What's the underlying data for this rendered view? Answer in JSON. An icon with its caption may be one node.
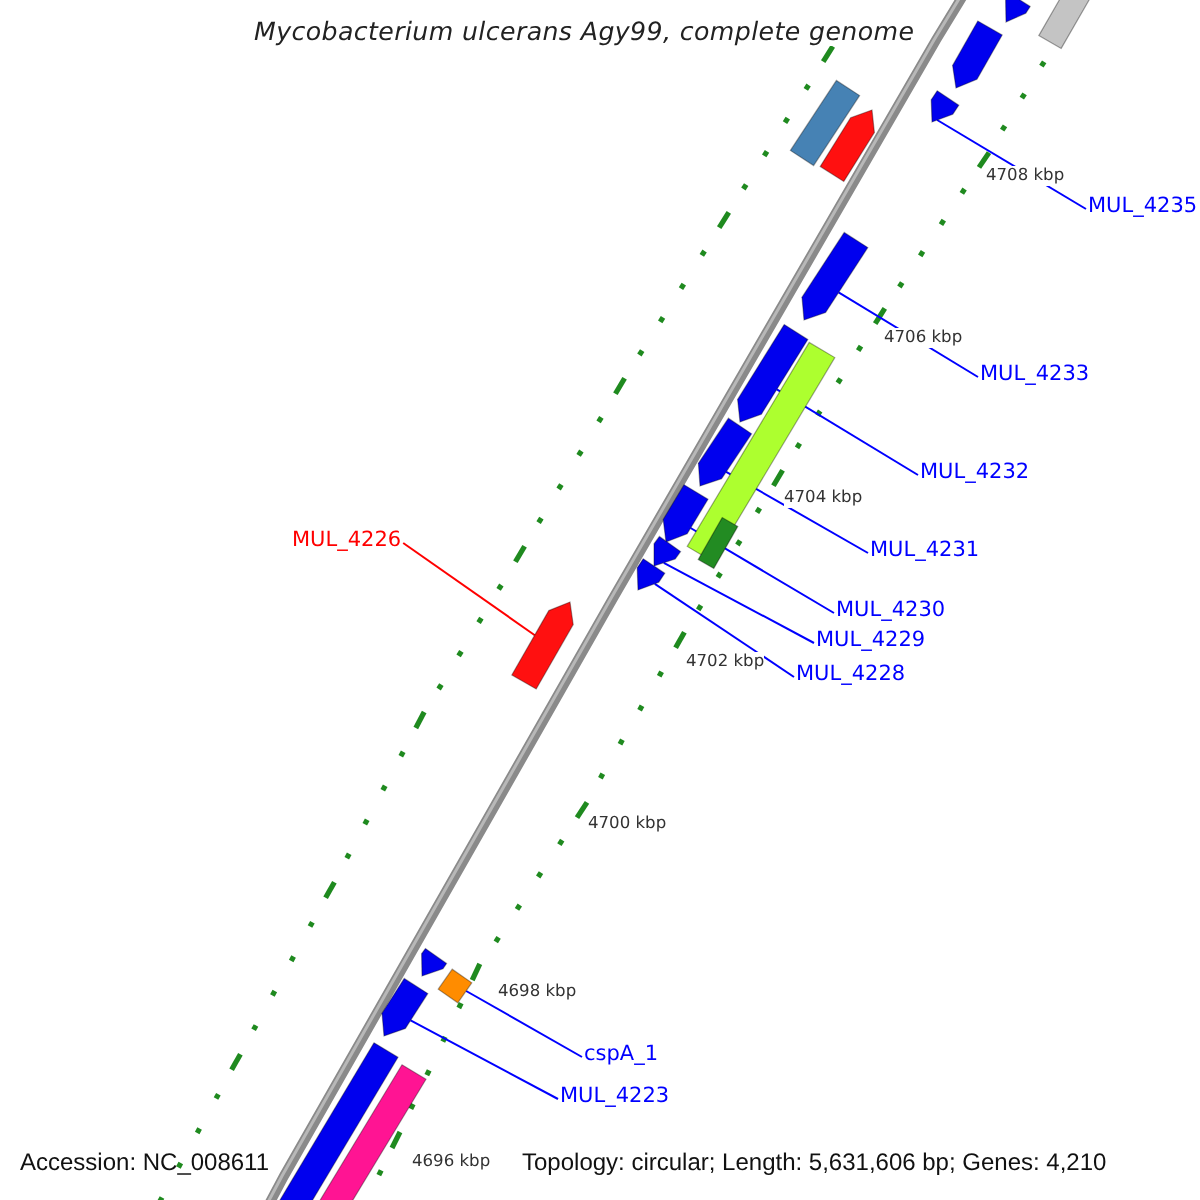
{
  "diagram": {
    "title": "Mycobacterium ulcerans Agy99, complete genome",
    "nodes": [
      {
        "text": [],
        "shape": "bar"
      },
      {
        "text": [],
        "shape": "box"
      },
      {
        "text": [],
        "shape": "bar"
      },
      {
        "text": [],
        "shape": "box"
      },
      {
        "text": [],
        "shape": "bar"
      },
      {
        "text": [],
        "shape": "bar"
      },
      {
        "text": [
          "MUL_4235"
        ]
      },
      {
        "text": [],
        "shape": "bar"
      },
      {
        "text": [],
        "shape": "bar"
      },
      {
        "text": [],
        "shape": "box"
      },
      {
        "text": [
          "MUL_4233"
        ]
      },
      {
        "text": [],
        "shape": "bar"
      },
      {
        "text": [
          "MUL_4232"
        ]
      },
      {
        "text": [],
        "shape": "bar"
      },
      {
        "text": [],
        "shape": "box"
      },
      {
        "text": [
          "MUL_4226"
        ]
      },
      {
        "text": [
          "MUL_4231"
        ]
      },
      {
        "text": [],
        "shape": "bar"
      },
      {
        "text": [],
        "shape": "bar"
      },
      {
        "text": [],
        "shape": "bar"
      },
      {
        "text": [
          "MUL_4230"
        ]
      },
      {
        "text": [
          "MUL_4229"
        ]
      },
      {
        "text": [
          "MUL_4228"
        ]
      },
      {
        "text": [],
        "shape": "bar"
      },
      {
        "text": [],
        "shape": "box"
      },
      {
        "text": [],
        "shape": "bar"
      },
      {
        "text": [
          "cspA_1"
        ]
      },
      {
        "text": [],
        "shape": "box"
      },
      {
        "text": [],
        "shape": "box"
      },
      {
        "text": [
          "MUL_4223"
        ]
      }
    ],
    "edges": [
      {
        "from": 6,
        "to": 4,
        "arrow": "none"
      },
      {
        "from": 10,
        "to": 7,
        "arrow": "none"
      },
      {
        "from": 12,
        "to": 8,
        "arrow": "none"
      },
      {
        "from": 16,
        "to": 11,
        "arrow": "none"
      },
      {
        "from": 15,
        "to": 19,
        "arrow": "none",
        "color": "#ff0000"
      },
      {
        "from": 20,
        "to": 13,
        "arrow": "none"
      },
      {
        "from": 21,
        "to": 17,
        "arrow": "none"
      },
      {
        "from": 22,
        "to": 18,
        "arrow": "none"
      },
      {
        "from": 26,
        "to": 24,
        "arrow": "none"
      },
      {
        "from": 29,
        "to": 25,
        "arrow": "none"
      }
    ],
    "labels": [
      "4708 kbp",
      "4706 kbp",
      "4704 kbp",
      "4702 kbp",
      "4700 kbp",
      "4698 kbp",
      "Accession: NC_008611",
      "4696 kbp",
      "Topology: circular; Length: 5,631,606 bp; Genes: 4,210"
    ]
  }
}
